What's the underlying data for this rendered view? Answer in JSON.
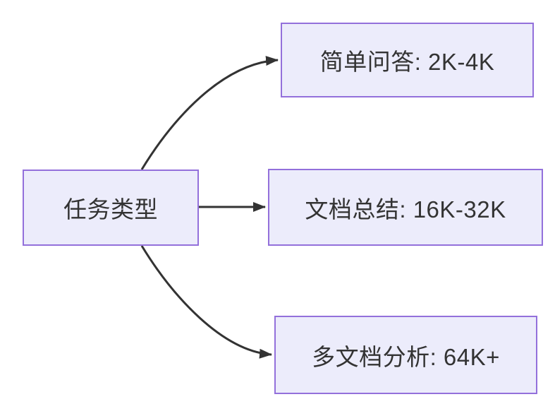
{
  "diagram": {
    "type": "flowchart",
    "direction": "left-to-right",
    "root": {
      "label": "任务类型"
    },
    "branches": [
      {
        "label": "简单问答: 2K-4K"
      },
      {
        "label": "文档总结: 16K-32K"
      },
      {
        "label": "多文档分析: 64K+"
      }
    ],
    "colors": {
      "node_fill": "#ececfb",
      "node_border": "#9370db",
      "edge": "#333333",
      "text": "#333333",
      "background": "#ffffff"
    }
  }
}
